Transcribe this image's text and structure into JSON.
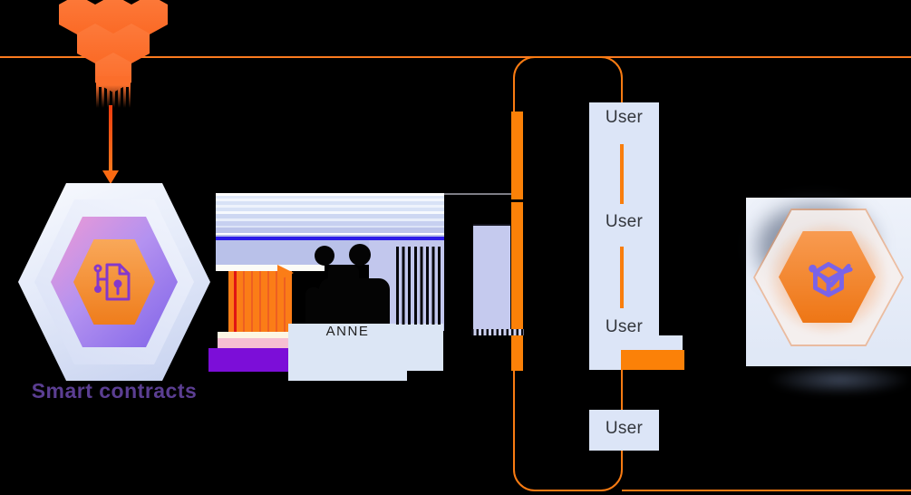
{
  "left_group": {
    "label": "Smart contracts",
    "icon": "smart-contract-document-lock"
  },
  "hex_cluster": {
    "icon": "hexagon-cluster",
    "count": 6
  },
  "actor": {
    "name": "ANNE"
  },
  "user_flow": {
    "users": [
      "User",
      "User",
      "User",
      "User"
    ]
  },
  "right_group": {
    "icon": "package-check"
  },
  "colors": {
    "accent_orange": "#fb7a1f",
    "bright_orange_bar": "#fb8108",
    "label_purple": "#5b3e92",
    "blue_line": "#2d1de8",
    "lavender_panel": "#c5caee",
    "user_panel": "#dce5f7",
    "purple_block": "#7c0ed8",
    "pink_strip": "#f8c3d4",
    "background": "#000000"
  }
}
